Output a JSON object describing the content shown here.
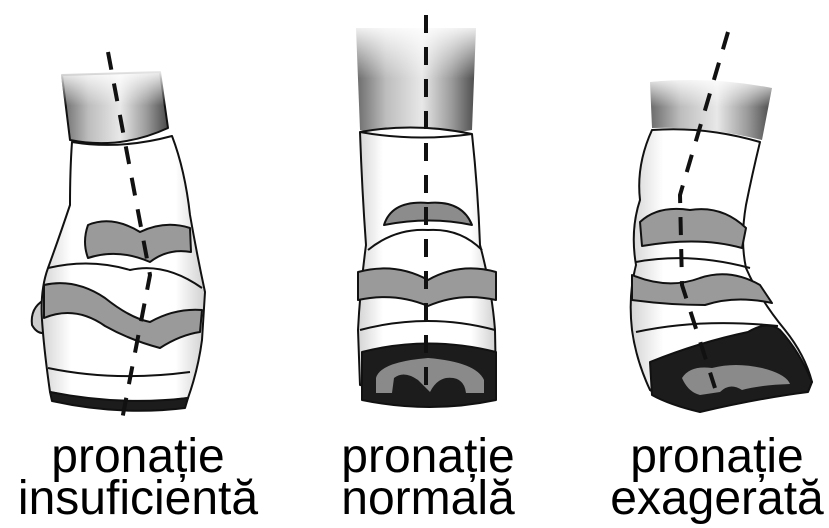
{
  "figures": [
    {
      "label_line1": "pronație",
      "label_line2": "insuficientă"
    },
    {
      "label_line1": "pronație",
      "label_line2": "normală"
    },
    {
      "label_line1": "pronație",
      "label_line2": "exagerată"
    }
  ],
  "colors": {
    "background": "#ffffff",
    "sole": "#1c1c1c",
    "band": "#9a9a9a",
    "sole_inset": "#8a8a8a",
    "outline": "#111111",
    "text": "#000000"
  }
}
